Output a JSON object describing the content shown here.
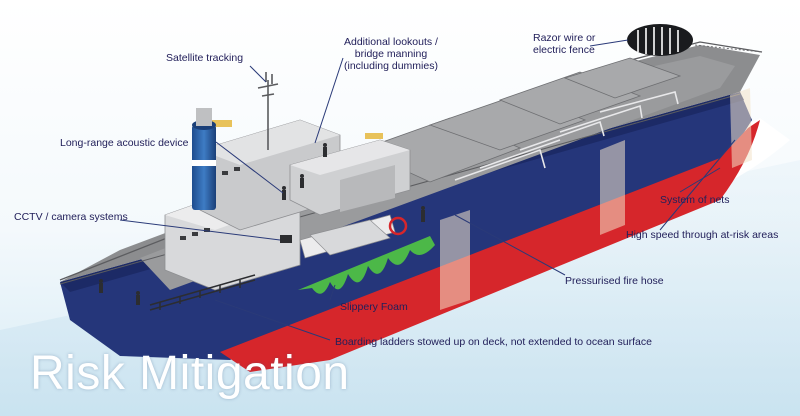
{
  "title": "Risk Mitigation",
  "colors": {
    "hull_red": "#d6262b",
    "hull_blue": "#25367a",
    "deck": "#8c8d8f",
    "foam": "#4cb848",
    "label_text": "#22205a",
    "leader": "#2a3a78"
  },
  "labels": {
    "satellite": "Satellite tracking",
    "lookouts_line1": "Additional lookouts /",
    "lookouts_line2": "bridge manning",
    "lookouts_line3": "(including dummies)",
    "razor_line1": "Razor wire or",
    "razor_line2": "electric fence",
    "acoustic": "Long-range acoustic device",
    "cctv": "CCTV / camera systems",
    "nets": "System of nets",
    "high_speed": "High speed through at-risk areas",
    "fire_hose": "Pressurised fire hose",
    "foam": "Slippery Foam",
    "ladders": "Boarding ladders stowed up on deck, not extended to ocean surface"
  }
}
